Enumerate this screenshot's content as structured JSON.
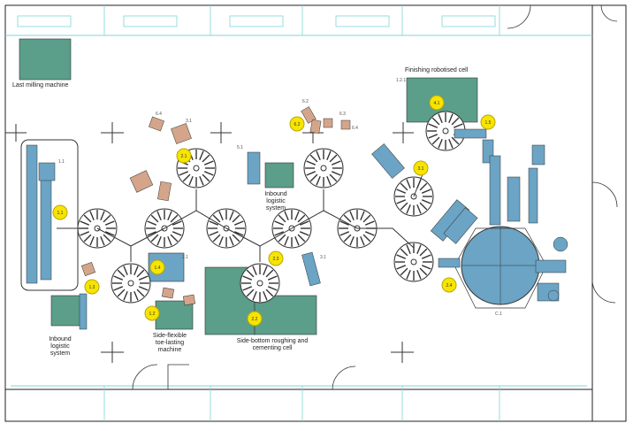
{
  "labels": {
    "last_milling": "Last milling machine",
    "finishing_cell": "Finishing robotised cell",
    "inbound_left": "Inbound logistic system",
    "inbound_top": "Inbound logistic system",
    "side_flexible": "Side-flexible toe-lasting machine",
    "side_bottom": "Side-bottom roughing and cementing cell"
  },
  "badges": {
    "b1": "1.1",
    "b2": "2.1",
    "b3": "2.2",
    "b4": "1.3",
    "b5": "1.4",
    "b6": "2.3",
    "b7": "1.2",
    "b8": "6.2",
    "b9": "3.1",
    "b10": "1.5",
    "b11": "4.1",
    "b12": "2.4"
  },
  "tags": {
    "t1": "1.1",
    "t2": "6.4",
    "t3": "3.1",
    "t4": "6.2",
    "t5": "5.1",
    "t6": "6.3",
    "t7": "6.4",
    "t8": "1.2.1",
    "t9": "C.1",
    "t10": "3.1",
    "t11": "2.1"
  },
  "colors": {
    "teal_fill": "#5b9e8a",
    "blue_fill": "#6ba4c4",
    "tan_fill": "#d4a58a",
    "grid": "#7fd6d6",
    "line": "#333333",
    "badge": "#f7e400"
  }
}
